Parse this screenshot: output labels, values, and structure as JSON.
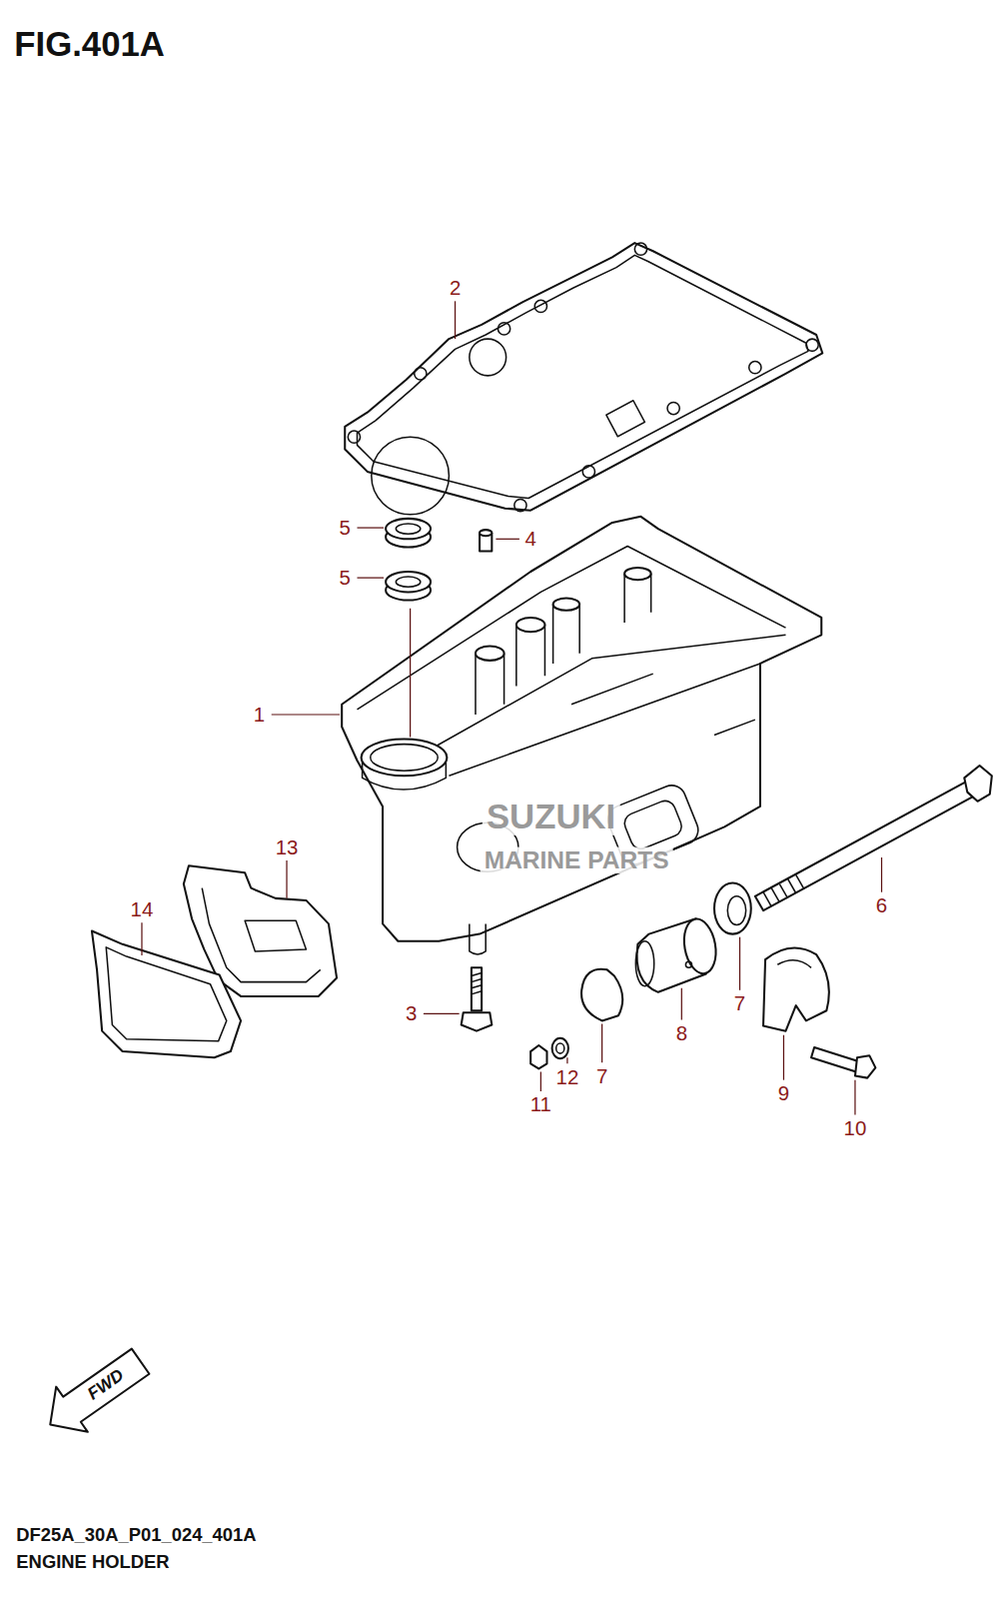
{
  "diagram": {
    "title": "FIG.401A",
    "caption": "ENGINE HOLDER",
    "labels": [
      "2",
      "5",
      "4",
      "5",
      "1",
      "13",
      "14",
      "6",
      "3",
      "7",
      "8",
      "7",
      "12",
      "11",
      "9",
      "10",
      "SUZUKI",
      "MARINE PARTS",
      "FWD",
      "DF25A_30A_P01_024_401A"
    ]
  }
}
